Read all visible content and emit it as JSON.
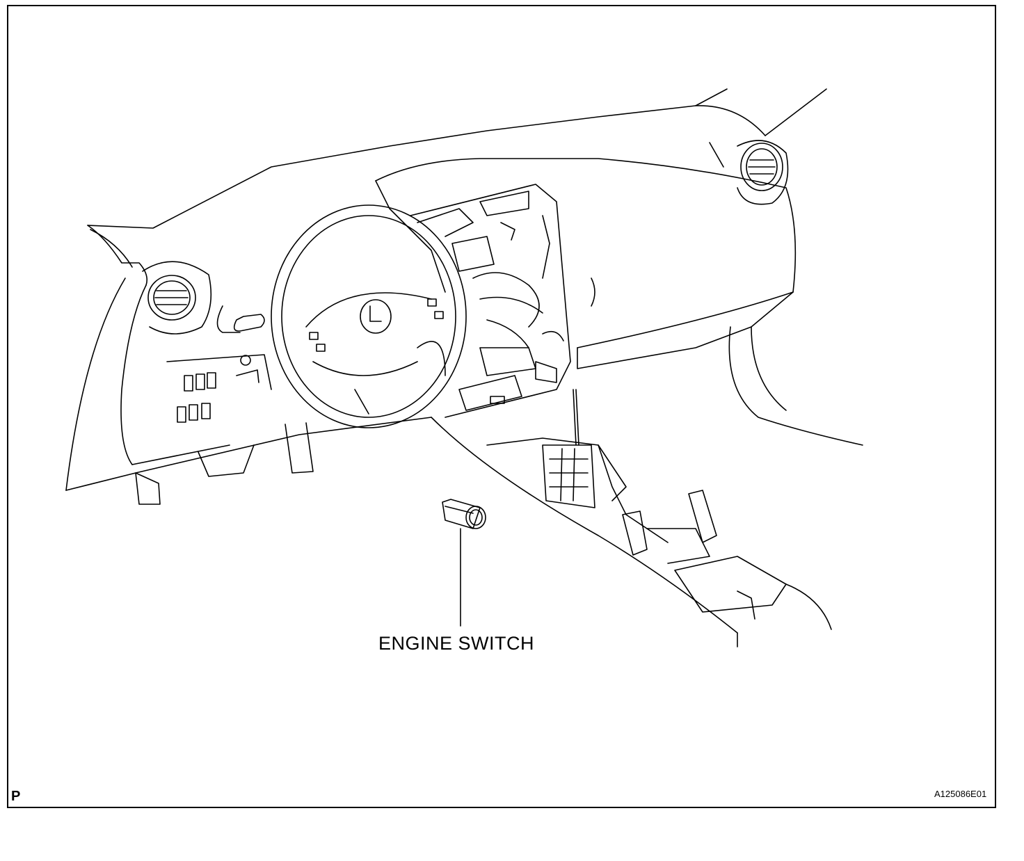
{
  "callout": {
    "label": "ENGINE SWITCH"
  },
  "footer": {
    "view_code": "P",
    "figure_id": "A125086E01"
  }
}
